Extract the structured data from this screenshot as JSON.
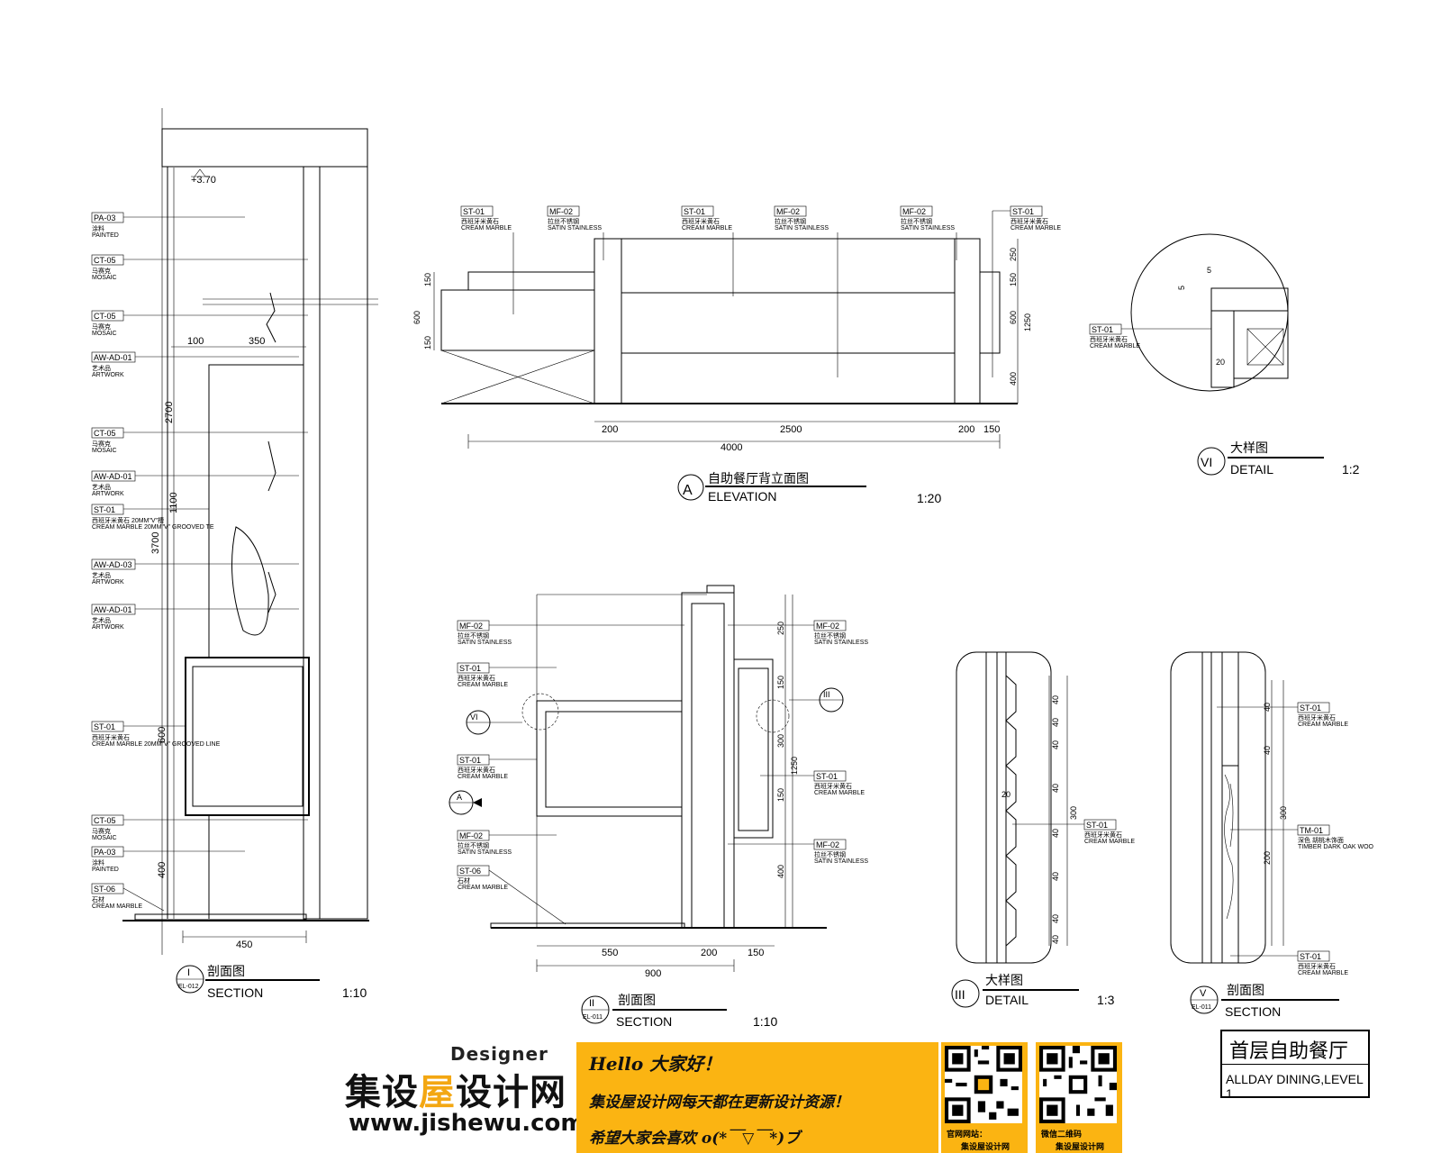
{
  "section_I": {
    "level_mark": "+3.70",
    "labels": [
      {
        "code": "PA-03",
        "cn": "涂料",
        "en": "PAINTED"
      },
      {
        "code": "CT-05",
        "cn": "马赛克",
        "en": "MOSAIC"
      },
      {
        "code": "CT-05",
        "cn": "马赛克",
        "en": "MOSAIC"
      },
      {
        "code": "AW-AD-01",
        "cn": "艺术品",
        "en": "ARTWORK"
      },
      {
        "code": "CT-05",
        "cn": "马赛克",
        "en": "MOSAIC"
      },
      {
        "code": "AW-AD-01",
        "cn": "艺术品",
        "en": "ARTWORK"
      },
      {
        "code": "ST-01",
        "cn": "西班牙米黄石 20MM\"V\"槽",
        "en": "CREAM MARBLE 20MM\"V\" GROOVED TE"
      },
      {
        "code": "AW-AD-03",
        "cn": "艺术品",
        "en": "ARTWORK"
      },
      {
        "code": "AW-AD-01",
        "cn": "艺术品",
        "en": "ARTWORK"
      },
      {
        "code": "ST-01",
        "cn": "西班牙米黄石",
        "en": "CREAM MARBLE 20MM\"V\" GROOVED LINE"
      },
      {
        "code": "CT-05",
        "cn": "马赛克",
        "en": "MOSAIC"
      },
      {
        "code": "PA-03",
        "cn": "涂料",
        "en": "PAINTED"
      },
      {
        "code": "ST-06",
        "cn": "石材",
        "en": "CREAM MARBLE"
      }
    ],
    "dims": {
      "d100": "100",
      "d350": "350",
      "d2700": "2700",
      "d1100": "1100",
      "d3700": "3700",
      "d600": "600",
      "d400": "400",
      "d450": "450"
    },
    "title_cn": "剖面图",
    "title_en": "SECTION",
    "scale": "1:10",
    "ref_num": "I",
    "ref_sheet": "EL-012"
  },
  "elevation_A": {
    "labels": [
      {
        "code": "ST-01",
        "cn": "西班牙米黄石",
        "en": "CREAM MARBLE"
      },
      {
        "code": "MF-02",
        "cn": "拉丝不锈钢",
        "en": "SATIN STAINLESS"
      },
      {
        "code": "ST-01",
        "cn": "西班牙米黄石",
        "en": "CREAM MARBLE"
      },
      {
        "code": "MF-02",
        "cn": "拉丝不锈钢",
        "en": "SATIN STAINLESS"
      },
      {
        "code": "MF-02",
        "cn": "拉丝不锈钢",
        "en": "SATIN STAINLESS"
      },
      {
        "code": "ST-01",
        "cn": "西班牙米黄石",
        "en": "CREAM MARBLE"
      }
    ],
    "dims": {
      "d150a": "150",
      "d600": "600",
      "d150b": "150",
      "d200a": "200",
      "d2500": "2500",
      "d200b": "200",
      "d150c": "150",
      "d4000": "4000",
      "d250": "250",
      "d150r": "150",
      "d600r": "600",
      "d1250": "1250",
      "d400": "400"
    },
    "ref_letter": "A",
    "title_cn": "自助餐厅背立面图",
    "title_en": "ELEVATION",
    "scale": "1:20"
  },
  "detail_VI": {
    "labels": [
      {
        "code": "ST-01",
        "cn": "西班牙米黄石",
        "en": "CREAM MARBLE"
      }
    ],
    "dims": {
      "d5a": "5",
      "d5b": "5",
      "d20": "20"
    },
    "ref_num": "VI",
    "title_cn": "大样图",
    "title_en": "DETAIL",
    "scale": "1:2"
  },
  "section_II": {
    "labels_left": [
      {
        "code": "MF-02",
        "cn": "拉丝不锈钢",
        "en": "SATIN STAINLESS"
      },
      {
        "code": "ST-01",
        "cn": "西班牙米黄石",
        "en": "CREAM MARBLE"
      },
      {
        "code": "ST-01",
        "cn": "西班牙米黄石",
        "en": "CREAM MARBLE"
      },
      {
        "code": "MF-02",
        "cn": "拉丝不锈钢",
        "en": "SATIN STAINLESS"
      },
      {
        "code": "ST-06",
        "cn": "石材",
        "en": "CREAM MARBLE"
      }
    ],
    "labels_right": [
      {
        "code": "MF-02",
        "cn": "拉丝不锈钢",
        "en": "SATIN STAINLESS"
      },
      {
        "code": "ST-01",
        "cn": "西班牙米黄石",
        "en": "CREAM MARBLE"
      },
      {
        "code": "MF-02",
        "cn": "拉丝不锈钢",
        "en": "SATIN STAINLESS"
      }
    ],
    "callouts": {
      "vi": "VI",
      "iii": "III",
      "a": "A"
    },
    "dims": {
      "d250": "250",
      "d150a": "150",
      "d300": "300",
      "d1250": "1250",
      "d150b": "150",
      "d400": "400",
      "d550": "550",
      "d200": "200",
      "d150c": "150",
      "d900": "900"
    },
    "title_cn": "剖面图",
    "title_en": "SECTION",
    "scale": "1:10",
    "ref_num": "II",
    "ref_sheet": "EL-011"
  },
  "detail_III": {
    "labels": [
      {
        "code": "ST-01",
        "cn": "西班牙米黄石",
        "en": "CREAM MARBLE"
      }
    ],
    "dims": {
      "d40s": [
        "40",
        "40",
        "40",
        "40",
        "40",
        "40",
        "40",
        "40"
      ],
      "d20": "20",
      "d300": "300"
    },
    "ref_num": "III",
    "title_cn": "大样图",
    "title_en": "DETAIL",
    "scale": "1:3"
  },
  "section_V": {
    "labels": [
      {
        "code": "ST-01",
        "cn": "西班牙米黄石",
        "en": "CREAM MARBLE"
      },
      {
        "code": "TM-01",
        "cn": "深色 胡桃木饰面",
        "en": "TIMBER DARK OAK WOO"
      },
      {
        "code": "ST-01",
        "cn": "西班牙米黄石",
        "en": "CREAM MARBLE"
      }
    ],
    "dims": {
      "d40a": "40",
      "d40b": "40",
      "d300": "300",
      "d200": "200"
    },
    "title_cn": "剖面图",
    "title_en": "SECTION",
    "ref_num": "V",
    "ref_sheet": "EL-011"
  },
  "title_block": {
    "cn": "首层自助餐厅",
    "en": "ALLDAY DINING,LEVEL 1"
  },
  "watermark": {
    "designer": "Designer",
    "brand_1": "集设",
    "brand_accent": "屋",
    "brand_2": "设计网",
    "url": "www.jishewu.com",
    "line1": "Hello 大家好！",
    "line2": "集设屋设计网每天都在更新设计资源！",
    "line3": "希望大家会喜欢 o(*￣▽￣*)ブ",
    "qr1_caption_a": "官网网站：",
    "qr1_caption_b": "集设屋设计网",
    "qr2_caption_a": "微信二维码",
    "qr2_caption_b": "集设屋设计网"
  },
  "colors": {
    "banner": "#fbb412",
    "accent": "#f3a712",
    "ink": "#000000"
  }
}
